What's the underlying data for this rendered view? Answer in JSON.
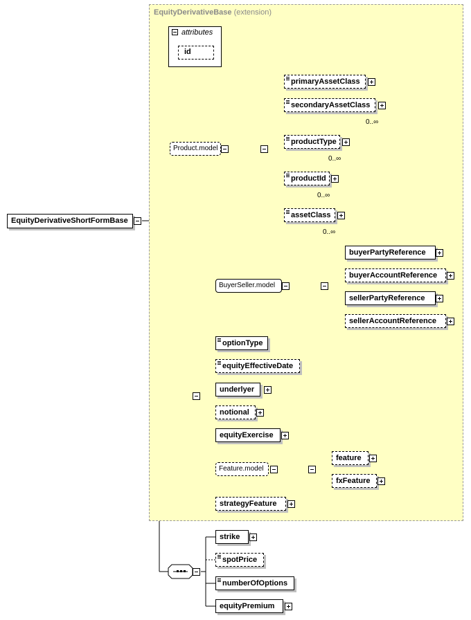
{
  "extension": {
    "name": "EquityDerivativeBase",
    "suffix": "(extension)"
  },
  "attributes": {
    "label": "attributes",
    "items": [
      "id"
    ]
  },
  "root": {
    "label": "EquityDerivativeShortFormBase"
  },
  "product_model": {
    "label": "Product.model",
    "elements": [
      {
        "label": "primaryAssetClass",
        "occurs": ""
      },
      {
        "label": "secondaryAssetClass",
        "occurs": "0..∞"
      },
      {
        "label": "productType",
        "occurs": "0..∞"
      },
      {
        "label": "productId",
        "occurs": "0..∞"
      },
      {
        "label": "assetClass",
        "occurs": "0..∞"
      }
    ]
  },
  "buyer_seller_model": {
    "label": "BuyerSeller.model",
    "elements": [
      {
        "label": "buyerPartyReference"
      },
      {
        "label": "buyerAccountReference"
      },
      {
        "label": "sellerPartyReference"
      },
      {
        "label": "sellerAccountReference"
      }
    ]
  },
  "sequence_elements": [
    {
      "label": "optionType"
    },
    {
      "label": "equityEffectiveDate"
    },
    {
      "label": "underlyer"
    },
    {
      "label": "notional"
    },
    {
      "label": "equityExercise"
    },
    {
      "label": "strategyFeature"
    }
  ],
  "feature_model": {
    "label": "Feature.model",
    "elements": [
      {
        "label": "feature"
      },
      {
        "label": "fxFeature"
      }
    ]
  },
  "bottom_sequence": [
    {
      "label": "strike"
    },
    {
      "label": "spotPrice"
    },
    {
      "label": "numberOfOptions"
    },
    {
      "label": "equityPremium"
    }
  ]
}
